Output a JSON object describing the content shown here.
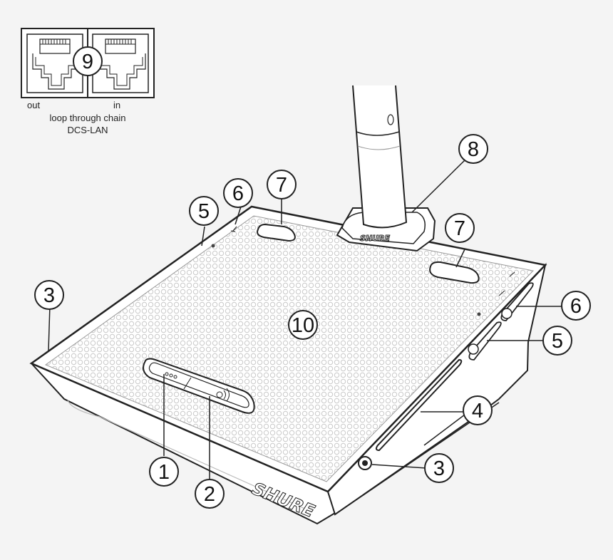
{
  "connector": {
    "out_label": "out",
    "in_label": "in",
    "caption_line1": "loop through chain",
    "caption_line2": "DCS-LAN"
  },
  "brand": "SHURE",
  "callouts": [
    {
      "id": "1",
      "label": "1"
    },
    {
      "id": "2",
      "label": "2"
    },
    {
      "id": "3",
      "label": "3"
    },
    {
      "id": "3b",
      "label": "3"
    },
    {
      "id": "4",
      "label": "4"
    },
    {
      "id": "5",
      "label": "5"
    },
    {
      "id": "5b",
      "label": "5"
    },
    {
      "id": "6",
      "label": "6"
    },
    {
      "id": "6b",
      "label": "6"
    },
    {
      "id": "7",
      "label": "7"
    },
    {
      "id": "7b",
      "label": "7"
    },
    {
      "id": "8",
      "label": "8"
    },
    {
      "id": "9",
      "label": "9"
    },
    {
      "id": "10",
      "label": "10"
    }
  ],
  "colors": {
    "background": "#f4f4f4",
    "line": "#222222",
    "device_face": "#ffffff",
    "grille": "#d9d9d9"
  }
}
